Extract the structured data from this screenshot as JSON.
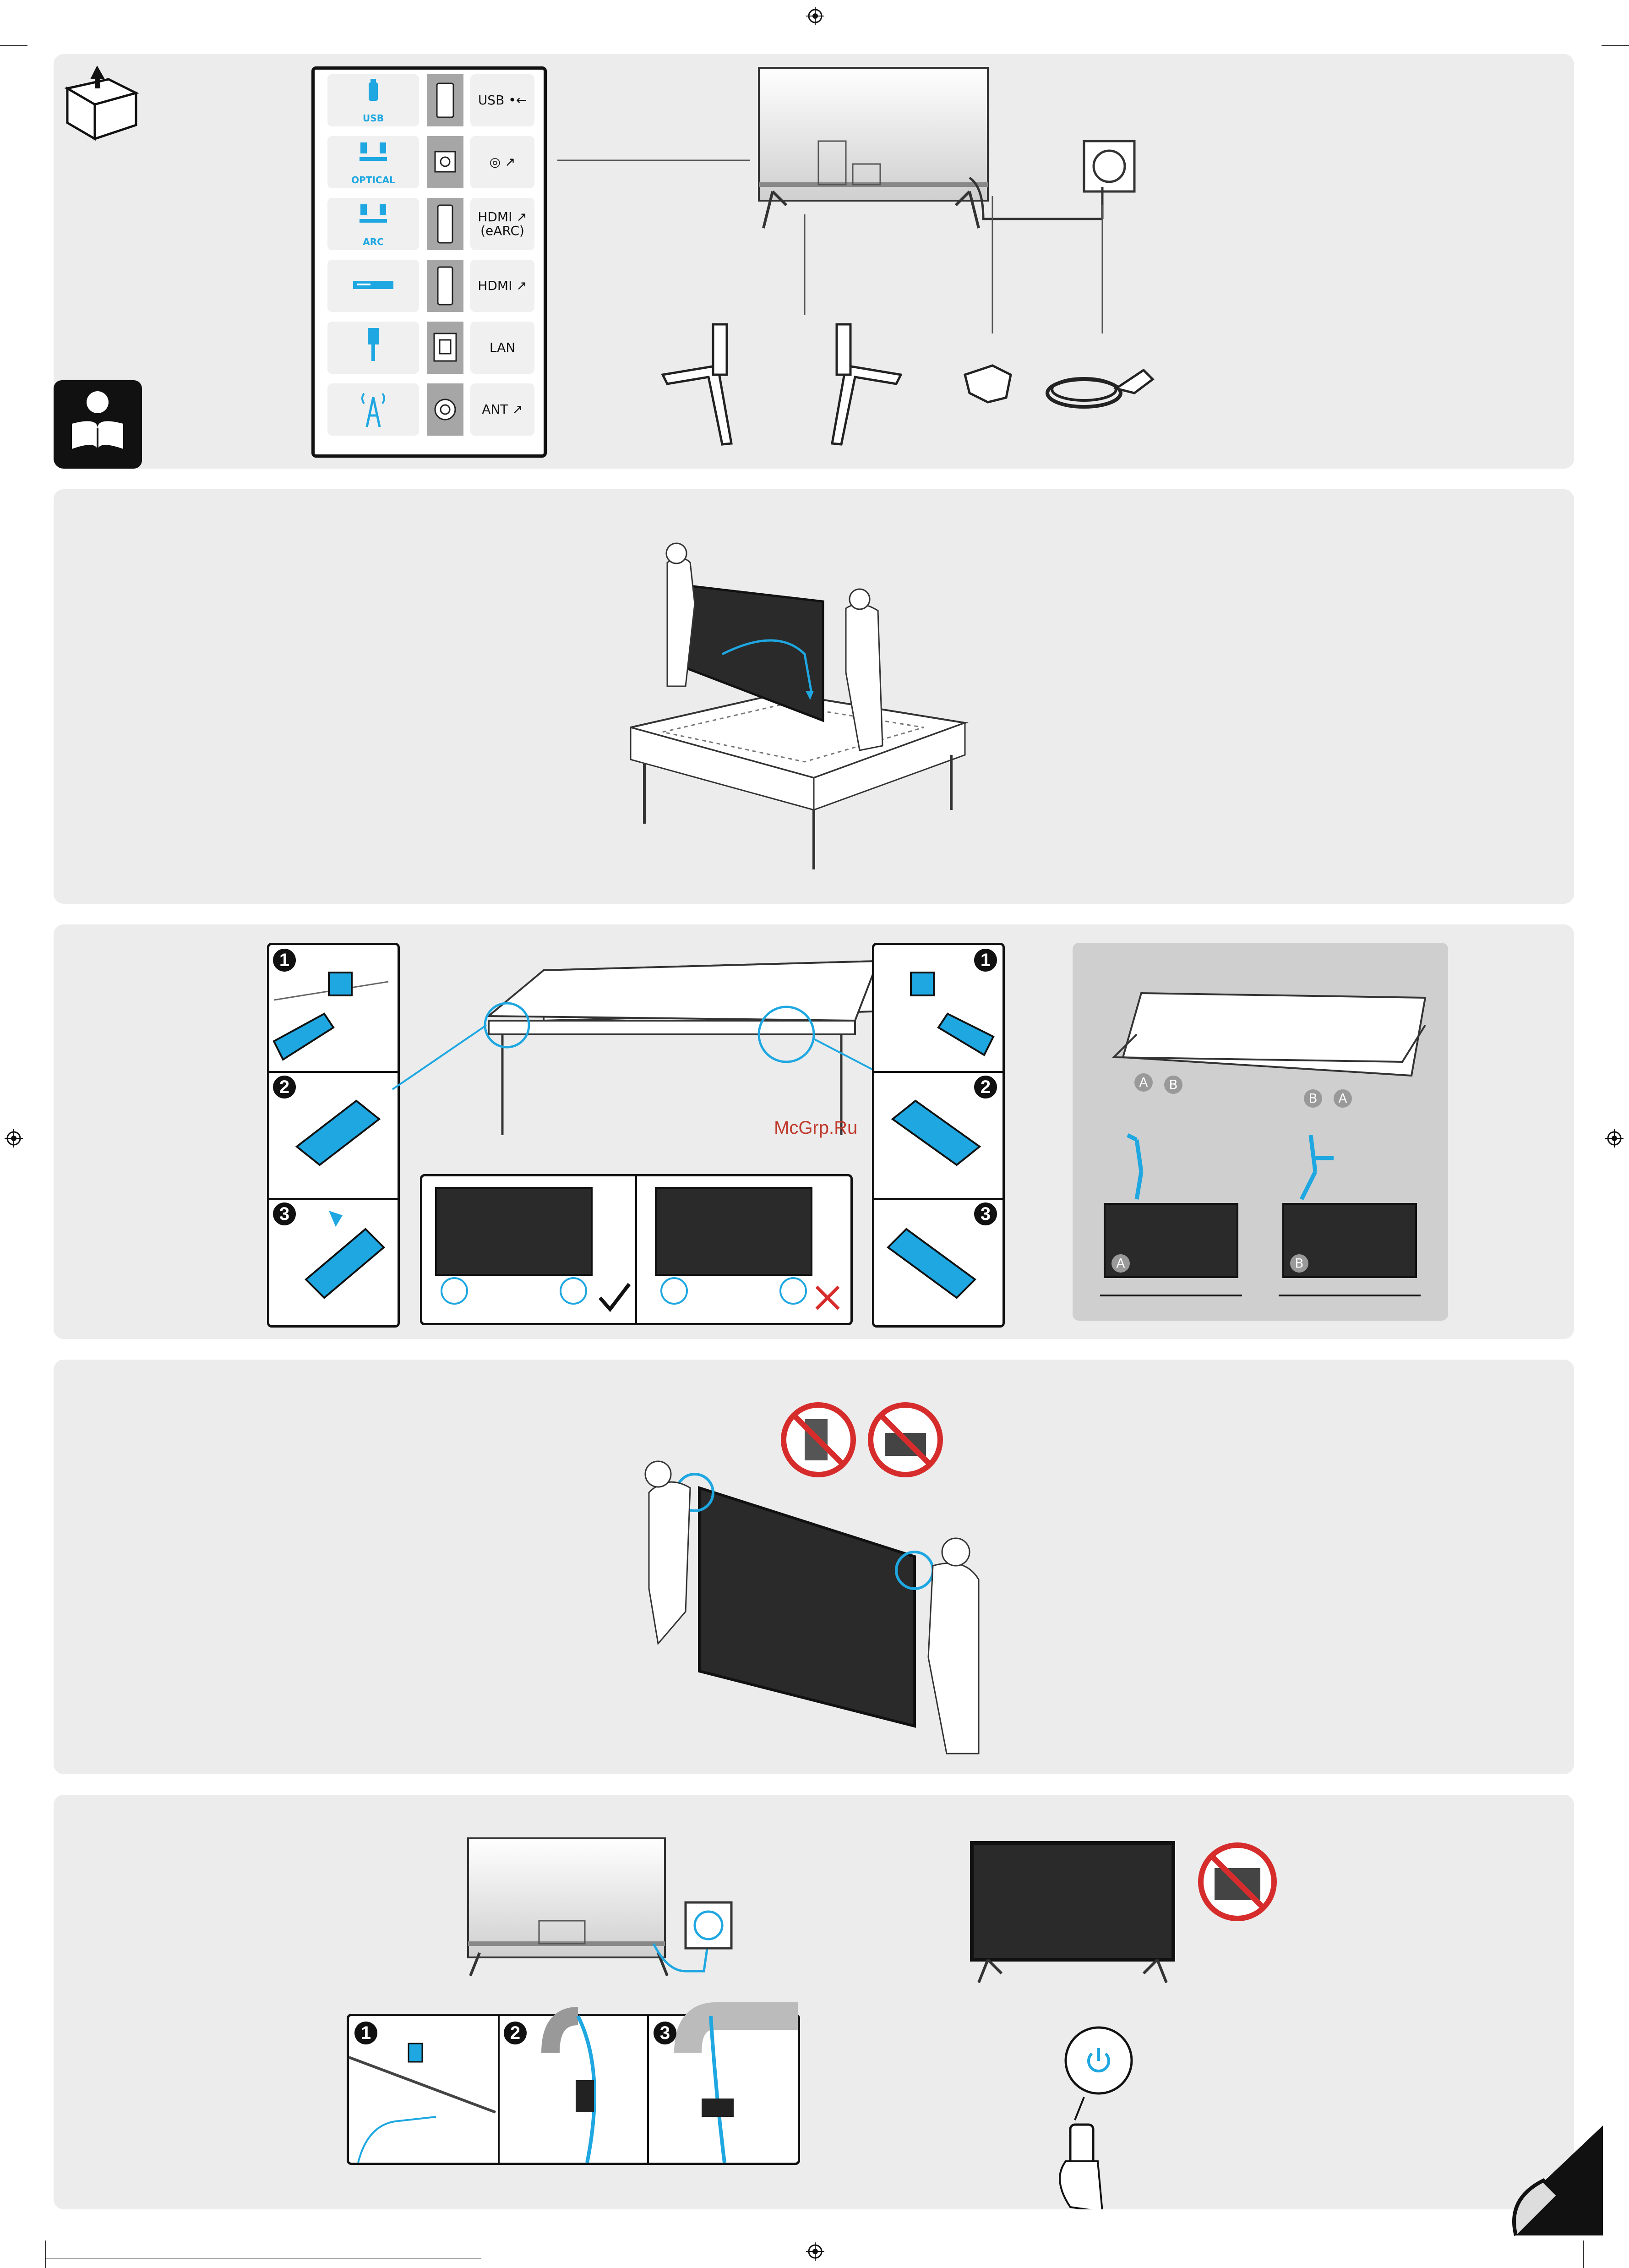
{
  "ports": [
    {
      "caption": "USB",
      "label": "USB •←"
    },
    {
      "caption": "OPTICAL",
      "label": "◎ ↗"
    },
    {
      "caption": "ARC",
      "label": "HDMI ↗\n(eARC)"
    },
    {
      "caption": "",
      "label": "HDMI ↗"
    },
    {
      "caption": "",
      "label": "LAN"
    },
    {
      "caption": "",
      "label": "ANT ↗"
    }
  ],
  "steps": {
    "one": "1",
    "two": "2",
    "three": "3"
  },
  "markers": {
    "a": "A",
    "b": "B"
  },
  "watermark": "McGrp.Ru",
  "colors": {
    "accent": "#1ea7e1",
    "panel": "#ececec",
    "dark": "#1a1a1a",
    "warning": "#d62c2c"
  },
  "icons": [
    "box-open-icon",
    "read-manual-icon",
    "usb-icon",
    "optical-icon",
    "arc-icon",
    "hdmi-device-icon",
    "lan-icon",
    "antenna-icon",
    "check-icon",
    "cross-icon",
    "power-icon",
    "page-turn-icon",
    "no-touch-screen-icon"
  ]
}
